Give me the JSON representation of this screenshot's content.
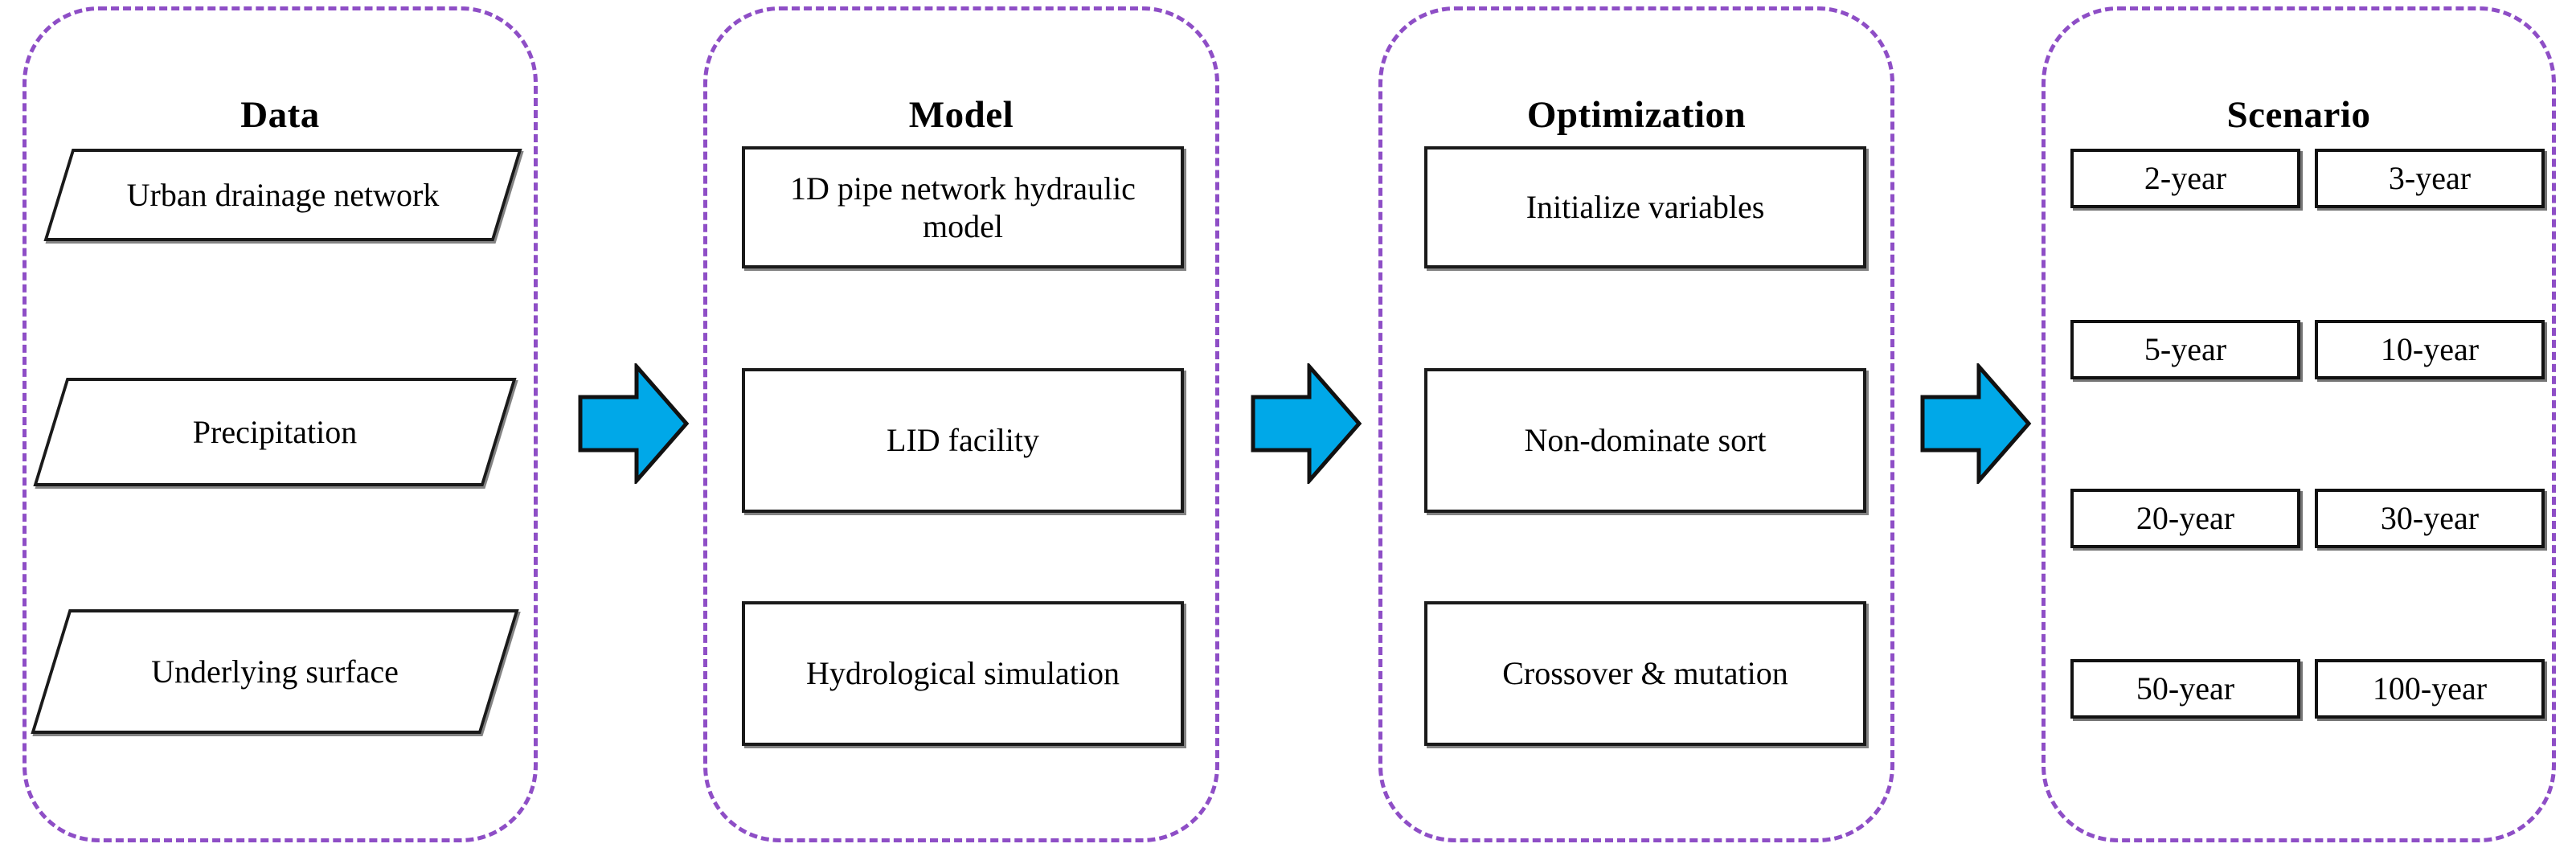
{
  "colors": {
    "panel_border": "#8e4ec6",
    "node_border": "#1a1a1a",
    "arrow_fill": "#00a8e8",
    "arrow_stroke": "#111111",
    "background": "#ffffff",
    "text": "#000000"
  },
  "panels": [
    {
      "id": "data",
      "title": "Data",
      "shape": "parallelogram",
      "nodes": [
        {
          "label": "Urban drainage network"
        },
        {
          "label": "Precipitation"
        },
        {
          "label": "Underlying surface"
        }
      ]
    },
    {
      "id": "model",
      "title": "Model",
      "shape": "rectangle",
      "nodes": [
        {
          "label": "1D pipe network hydraulic model"
        },
        {
          "label": "LID facility"
        },
        {
          "label": "Hydrological simulation"
        }
      ]
    },
    {
      "id": "optimization",
      "title": "Optimization",
      "shape": "rectangle",
      "nodes": [
        {
          "label": "Initialize variables"
        },
        {
          "label": "Non-dominate sort"
        },
        {
          "label": "Crossover & mutation"
        }
      ]
    },
    {
      "id": "scenario",
      "title": "Scenario",
      "shape": "grid",
      "nodes": [
        {
          "label": "2-year"
        },
        {
          "label": "3-year"
        },
        {
          "label": "5-year"
        },
        {
          "label": "10-year"
        },
        {
          "label": "20-year"
        },
        {
          "label": "30-year"
        },
        {
          "label": "50-year"
        },
        {
          "label": "100-year"
        }
      ]
    }
  ],
  "arrows": [
    {
      "id": "data-to-model",
      "direction": "right"
    },
    {
      "id": "model-to-optimization",
      "direction": "right"
    },
    {
      "id": "optimization-to-scenario",
      "direction": "right"
    }
  ]
}
